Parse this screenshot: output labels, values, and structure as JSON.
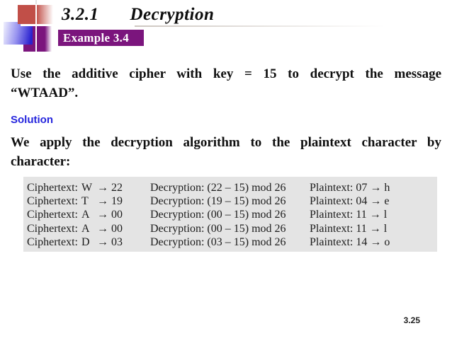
{
  "header": {
    "title_number": "3.2.1",
    "title_text": "Decryption",
    "example_label": "Example 3.4"
  },
  "problem": {
    "line1": "Use the additive cipher with key = 15 to decrypt the message",
    "line2": "“WTAAD”."
  },
  "solution": {
    "label": "Solution",
    "line1": "We apply the decryption algorithm to the plaintext character by",
    "line2": "character:"
  },
  "worktable": {
    "rows": [
      {
        "cipher_label": "Ciphertext:",
        "cipher_char": "W",
        "cipher_map": "→ 22",
        "decryption": "Decryption: (22 – 15) mod 26",
        "plaintext": "Plaintext: 07 → h"
      },
      {
        "cipher_label": "Ciphertext:",
        "cipher_char": "T",
        "cipher_map": "→ 19",
        "decryption": "Decryption: (19 – 15) mod 26",
        "plaintext": "Plaintext: 04 → e"
      },
      {
        "cipher_label": "Ciphertext:",
        "cipher_char": "A",
        "cipher_map": "→ 00",
        "decryption": "Decryption: (00 – 15) mod 26",
        "plaintext": "Plaintext: 11 → l"
      },
      {
        "cipher_label": "Ciphertext:",
        "cipher_char": "A",
        "cipher_map": "→ 00",
        "decryption": "Decryption: (00 – 15) mod 26",
        "plaintext": "Plaintext: 11 → l"
      },
      {
        "cipher_label": "Ciphertext:",
        "cipher_char": "D",
        "cipher_map": "→ 03",
        "decryption": "Decryption: (03 – 15) mod 26",
        "plaintext": "Plaintext: 14 → o"
      }
    ]
  },
  "footer": {
    "page_number": "3.25"
  },
  "colors": {
    "accent_purple": "#7b157d",
    "logo_red": "#c14f48",
    "logo_blue": "#2a22cf",
    "solution_blue": "#2424dd",
    "table_background": "#e4e4e4"
  }
}
